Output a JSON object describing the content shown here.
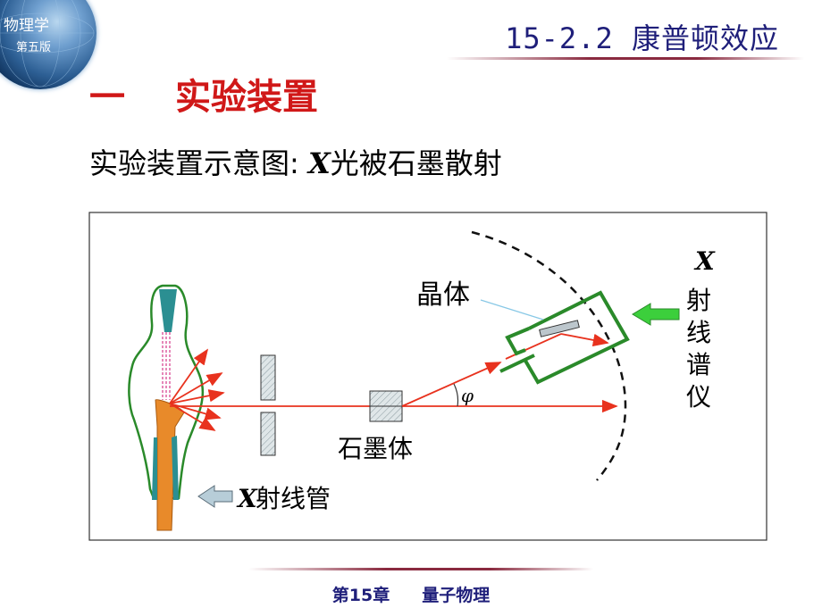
{
  "logo": {
    "line1": "物理学",
    "line2": "第五版"
  },
  "header": {
    "title": "15-2.2  康普顿效应"
  },
  "section": {
    "number": "一",
    "title": "实验装置"
  },
  "subtitle": {
    "prefix": "实验装置示意图: ",
    "x": "X",
    "suffix": "光被石墨散射"
  },
  "diagram": {
    "label_crystal": "晶体",
    "label_graphite": "石墨体",
    "label_angle": "φ",
    "label_tube_x": "X",
    "label_tube": " 射线管",
    "spectrometer_chars": [
      "X",
      "射",
      "线",
      "谱",
      "仪"
    ]
  },
  "footer": {
    "chapter": "第15章",
    "topic": "量子物理"
  },
  "colors": {
    "accent_red": "#d01818",
    "navy": "#1f1f7a",
    "green": "#2a8a2a",
    "beam": "#e8321e"
  }
}
